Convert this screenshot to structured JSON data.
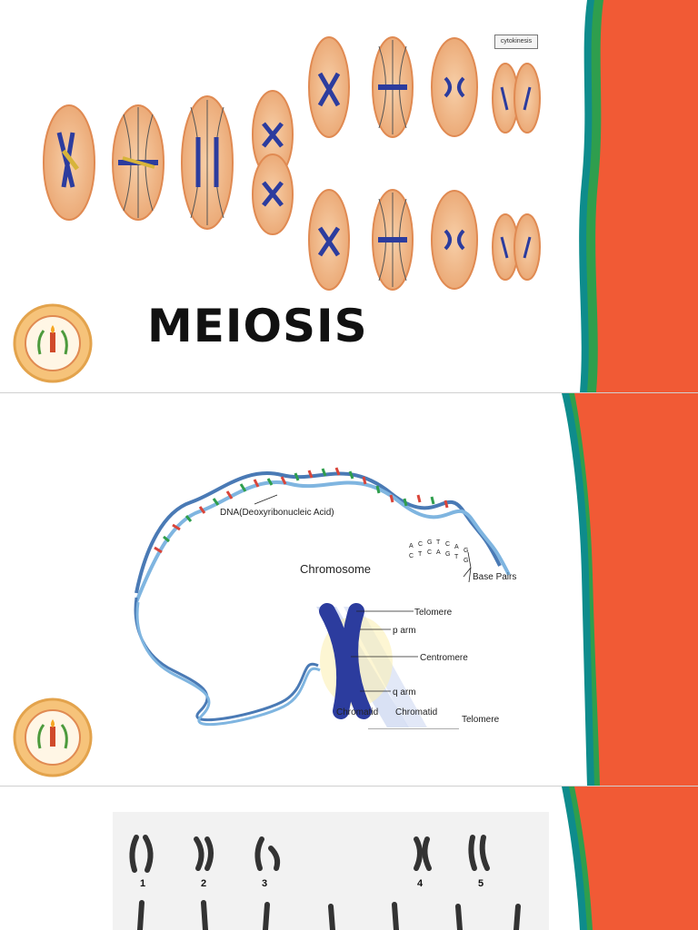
{
  "slides": [
    {
      "title": "MEIOSIS"
    },
    {
      "diagram": {
        "dna_label": "DNA(Deoxyribonucleic Acid)",
        "base_pairs_label": "Base Pairs",
        "chromosome_title": "Chromosome",
        "telomere_top": "Telomere",
        "p_arm": "p arm",
        "centromere": "Centromere",
        "q_arm": "q arm",
        "telomere_bottom": "Telomere",
        "chromatid_left": "Chromatid",
        "chromatid_right": "Chromatid",
        "bases": [
          "A",
          "C",
          "G",
          "T",
          "C",
          "A",
          "G",
          "C",
          "T",
          "C",
          "A",
          "G",
          "T",
          "G"
        ]
      }
    },
    {
      "karyotype_numbers": [
        "1",
        "2",
        "3",
        "4",
        "5"
      ]
    }
  ],
  "legend_text": "cytokinesis",
  "colors": {
    "accent_orange": "#f15a35",
    "accent_teal": "#0e8c8c",
    "accent_green": "#2f9e4d",
    "cell_fill": "#f2b98a",
    "chromosome_blue": "#2c3c9e"
  },
  "icons": [
    "school-seal-icon"
  ]
}
